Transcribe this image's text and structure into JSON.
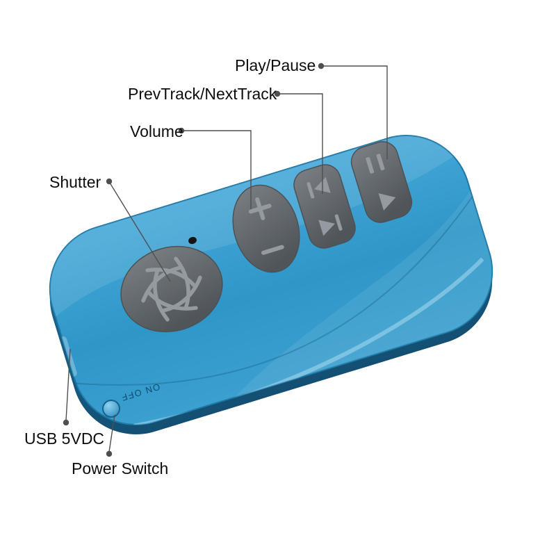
{
  "labels": {
    "play_pause": "Play/Pause",
    "prev_next": "PrevTrack/NextTrack",
    "volume": "Volume",
    "shutter": "Shutter",
    "usb": "USB 5VDC",
    "power_switch": "Power Switch",
    "on_off": "ON OFF"
  },
  "colors": {
    "body_blue": "#2f96c8",
    "body_blue_dark": "#1a6a96",
    "button_gray": "#50555a",
    "icon_gray": "#939aa0",
    "line_gray": "#4f4f4f",
    "label_text": "#0d0d0d",
    "knob_blue": "#2b88ba"
  },
  "icons": {
    "shutter_button": "aperture-icon",
    "volume_up": "plus-icon",
    "volume_down": "minus-icon",
    "prev": "prev-track-icon",
    "next": "next-track-icon",
    "pause": "pause-icon",
    "play": "play-icon",
    "led": "led-indicator"
  }
}
